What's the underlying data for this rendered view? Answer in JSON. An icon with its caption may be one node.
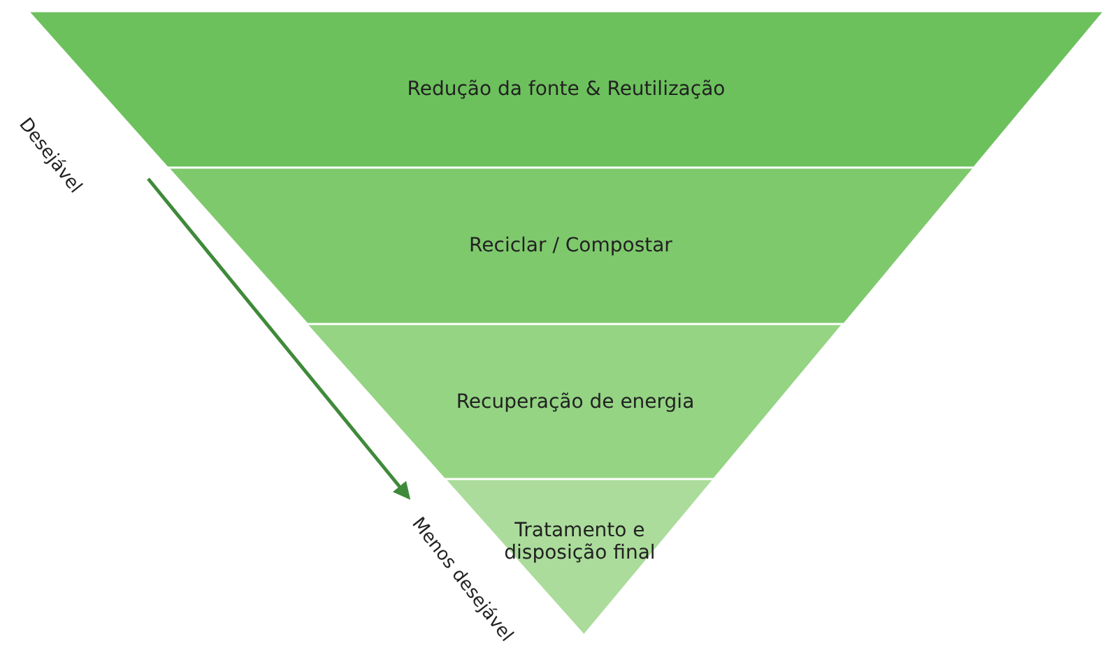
{
  "diagram": {
    "nodes": [
      {
        "text": [
          "Redução da fonte & Reutilização"
        ]
      },
      {
        "text": [
          "Reciclar / Compostar"
        ]
      },
      {
        "text": [
          "Recuperação de energia"
        ]
      },
      {
        "text": [
          "Tratamento e disposição final"
        ]
      }
    ],
    "labels": [
      "Desejável",
      "Menos desejável"
    ]
  }
}
